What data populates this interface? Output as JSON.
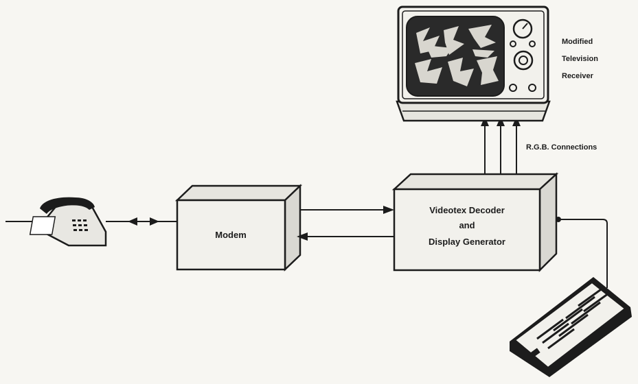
{
  "labels": {
    "tv_line1": "Modified",
    "tv_line2": "Television",
    "tv_line3": "Receiver",
    "rgb": "R.G.B. Connections",
    "modem": "Modem",
    "decoder_line1": "Videotex Decoder",
    "decoder_line2": "and",
    "decoder_line3": "Display Generator"
  },
  "icons": {
    "telephone": "telephone-icon",
    "television": "television-icon",
    "keypad": "keypad-icon"
  },
  "colors": {
    "ink": "#1c1c1c",
    "paper": "#f7f6f2",
    "screen": "#2a2a2a",
    "box_face": "#f2f1ec",
    "box_side": "#d9d8d2",
    "box_top": "#e6e5df"
  }
}
